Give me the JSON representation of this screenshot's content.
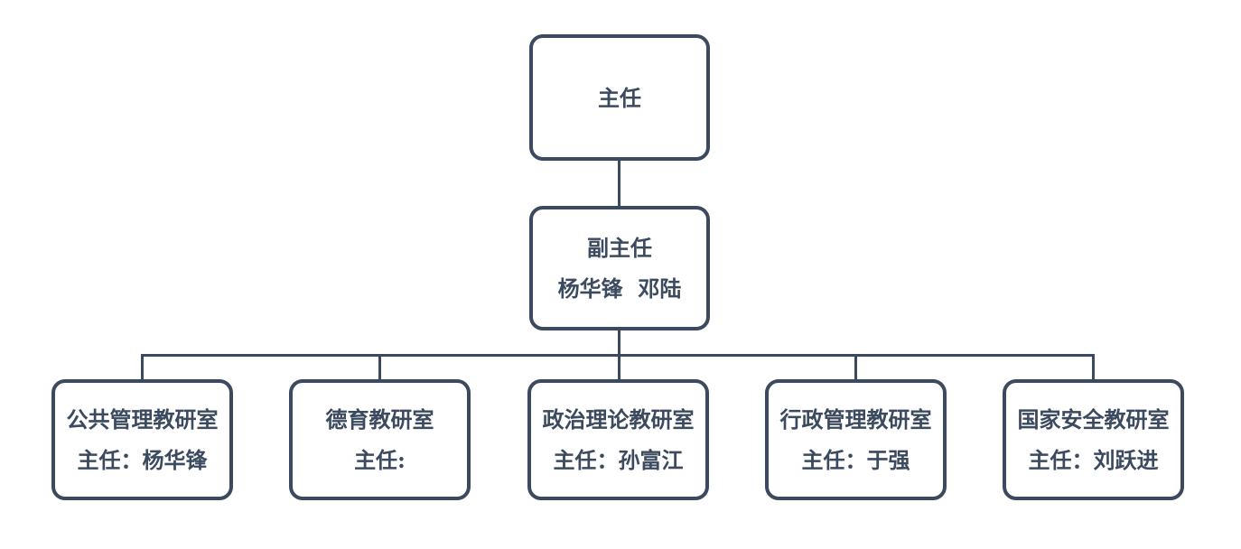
{
  "org_chart": {
    "colors": {
      "line": "#3B4A5E",
      "text": "#3B4A5E",
      "node_fill": "#FFFFFF",
      "background": "#FFFFFF"
    },
    "director": {
      "lines": [
        "主任"
      ]
    },
    "deputy": {
      "lines": [
        "副主任",
        "杨华锋  邓陆"
      ]
    },
    "departments": [
      {
        "lines": [
          "公共管理教研室",
          "主任：杨华锋"
        ]
      },
      {
        "lines": [
          "德育教研室",
          "主任:"
        ]
      },
      {
        "lines": [
          "政治理论教研室",
          "主任：孙富江"
        ]
      },
      {
        "lines": [
          "行政管理教研室",
          "主任：于强"
        ]
      },
      {
        "lines": [
          "国家安全教研室",
          "主任：刘跃进"
        ]
      }
    ]
  }
}
